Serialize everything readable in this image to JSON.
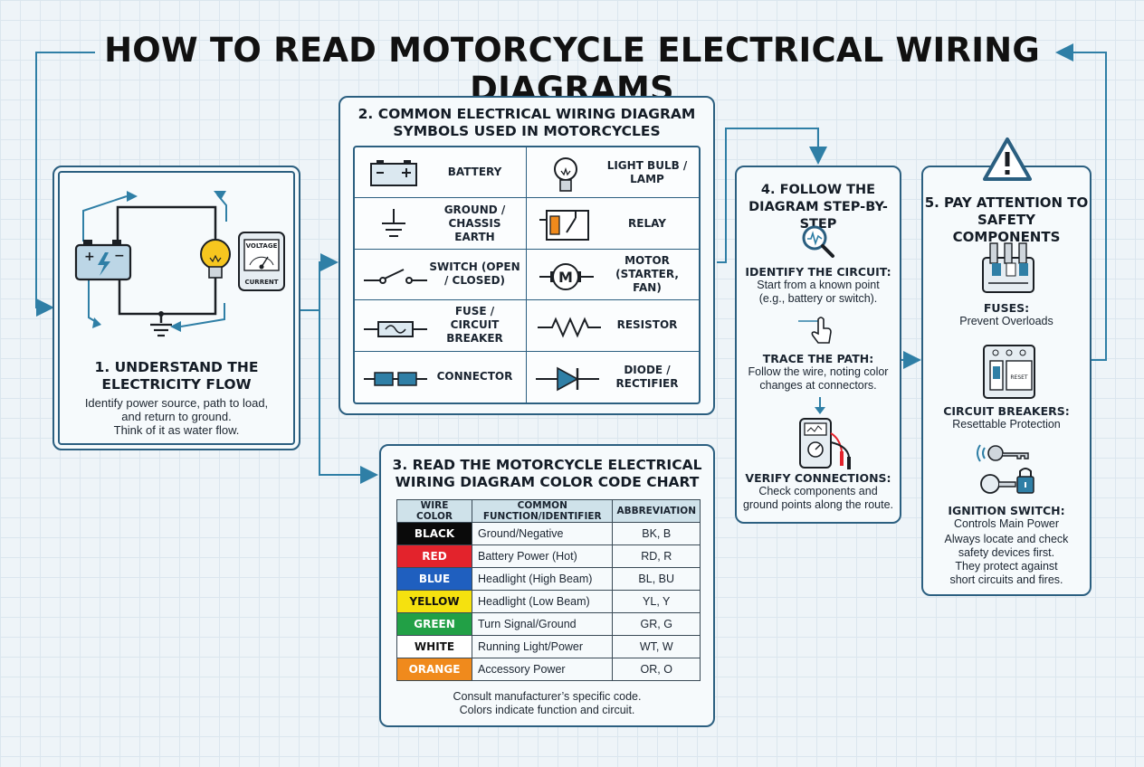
{
  "title": "HOW TO READ MOTORCYCLE ELECTRICAL WIRING DIAGRAMS",
  "colors": {
    "accent": "#2b5f80",
    "wire": "#2f7fa6"
  },
  "section1": {
    "title": "1. UNDERSTAND THE ELECTRICITY FLOW",
    "title_lines": [
      "1. UNDERSTAND THE",
      "ELECTRICITY FLOW"
    ],
    "meter_top": "VOLTAGE",
    "meter_bottom": "CURRENT",
    "body_lines": [
      "Identify power source, path to load,",
      "and return to ground.",
      "Think of it as water flow."
    ]
  },
  "section2": {
    "title_lines": [
      "2. COMMON ELECTRICAL WIRING DIAGRAM",
      "SYMBOLS USED IN MOTORCYCLES"
    ],
    "symbols": [
      {
        "icon": "battery-symbol-icon",
        "label": "BATTERY"
      },
      {
        "icon": "light-bulb-symbol-icon",
        "label": "LIGHT BULB / LAMP"
      },
      {
        "icon": "ground-symbol-icon",
        "label": "GROUND / CHASSIS EARTH"
      },
      {
        "icon": "relay-symbol-icon",
        "label": "RELAY"
      },
      {
        "icon": "switch-symbol-icon",
        "label": "SWITCH (OPEN / CLOSED)"
      },
      {
        "icon": "motor-symbol-icon",
        "label": "MOTOR (STARTER, FAN)"
      },
      {
        "icon": "fuse-symbol-icon",
        "label": "FUSE / CIRCUIT BREAKER"
      },
      {
        "icon": "resistor-symbol-icon",
        "label": "RESISTOR"
      },
      {
        "icon": "connector-symbol-icon",
        "label": "CONNECTOR"
      },
      {
        "icon": "diode-symbol-icon",
        "label": "DIODE / RECTIFIER"
      }
    ]
  },
  "section3": {
    "title_lines": [
      "3. READ THE MOTORCYCLE ELECTRICAL",
      "WIRING DIAGRAM COLOR CODE CHART"
    ],
    "headers": [
      "WIRE COLOR",
      "COMMON FUNCTION/IDENTIFIER",
      "ABBREVIATION"
    ],
    "rows": [
      {
        "color": "BLACK",
        "bg": "#0a0a0a",
        "fg": "#ffffff",
        "function": "Ground/Negative",
        "abbr": "BK, B"
      },
      {
        "color": "RED",
        "bg": "#e3232c",
        "fg": "#ffffff",
        "function": "Battery Power (Hot)",
        "abbr": "RD, R"
      },
      {
        "color": "BLUE",
        "bg": "#1f5fbf",
        "fg": "#ffffff",
        "function": "Headlight (High Beam)",
        "abbr": "BL, BU"
      },
      {
        "color": "YELLOW",
        "bg": "#f5e10f",
        "fg": "#111111",
        "function": "Headlight (Low Beam)",
        "abbr": "YL, Y"
      },
      {
        "color": "GREEN",
        "bg": "#22a046",
        "fg": "#ffffff",
        "function": "Turn Signal/Ground",
        "abbr": "GR, G"
      },
      {
        "color": "WHITE",
        "bg": "#ffffff",
        "fg": "#111111",
        "function": "Running Light/Power",
        "abbr": "WT, W"
      },
      {
        "color": "ORANGE",
        "bg": "#f08a1c",
        "fg": "#ffffff",
        "function": "Accessory Power",
        "abbr": "OR, O"
      }
    ],
    "footer_lines": [
      "Consult manufacturer’s specific code.",
      "Colors indicate function and circuit."
    ]
  },
  "section4": {
    "title_lines": [
      "4. FOLLOW THE",
      "DIAGRAM STEP-BY-STEP"
    ],
    "steps": [
      {
        "heading": "IDENTIFY THE CIRCUIT:",
        "lines": [
          "Start from a known point",
          "(e.g., battery or switch)."
        ]
      },
      {
        "heading": "TRACE THE PATH:",
        "lines": [
          "Follow the wire, noting color",
          "changes at connectors."
        ]
      },
      {
        "heading": "VERIFY CONNECTIONS:",
        "lines": [
          "Check components and",
          "ground points along the route."
        ]
      }
    ]
  },
  "section5": {
    "title_lines": [
      "5. PAY ATTENTION TO",
      "SAFETY COMPONENTS"
    ],
    "items": [
      {
        "heading": "FUSES:",
        "text": "Prevent Overloads"
      },
      {
        "heading": "CIRCUIT BREAKERS:",
        "text": "Resettable Protection"
      },
      {
        "heading": "IGNITION SWITCH:",
        "text": "Controls Main Power"
      }
    ],
    "breaker_tag": "RESET",
    "footer_lines": [
      "Always locate and check",
      "safety devices first.",
      "They protect against",
      "short circuits and fires."
    ]
  }
}
